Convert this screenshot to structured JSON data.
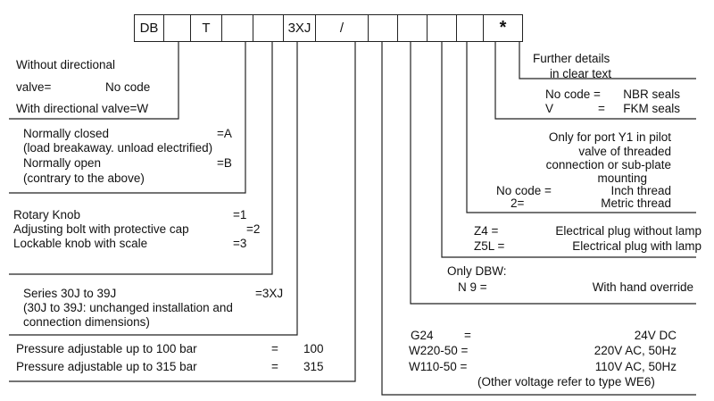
{
  "code_boxes": [
    "DB",
    "",
    "T",
    "",
    "",
    "3XJ",
    "/",
    "",
    "",
    "",
    "",
    "*"
  ],
  "sections": {
    "valve": {
      "l1": "Without directional",
      "l2a": "valve=",
      "l2b": "No code",
      "l3": "With directional valve=W"
    },
    "normal": {
      "l1a": "Normally closed",
      "l1b": "=A",
      "l2": "(load breakaway. unload electrified)",
      "l3a": "Normally open",
      "l3b": "=B",
      "l4": "(contrary to the above)"
    },
    "adjust": {
      "l1a": "Rotary Knob",
      "l1b": "=1",
      "l2a": "Adjusting bolt with protective cap",
      "l2b": "=2",
      "l3a": "Lockable knob with scale",
      "l3b": "=3"
    },
    "series": {
      "l1a": "Series 30J to 39J",
      "l1b": "=3XJ",
      "l2": "(30J to 39J: unchanged installation and",
      "l3": "connection dimensions)"
    },
    "pressure": {
      "l1a": "Pressure adjustable up to 100 bar",
      "l1b": "=",
      "l1c": "100",
      "l2a": "Pressure adjustable up to 315 bar",
      "l2b": "=",
      "l2c": "315"
    },
    "details": {
      "l1": "Further details",
      "l2": "in clear text"
    },
    "seals": {
      "l1a": "No code =",
      "l1b": "NBR  seals",
      "l2a": "V",
      "l2b": "=",
      "l2c": "FKM  seals"
    },
    "port": {
      "l1": "Only for port Y1 in pilot",
      "l2": "valve of  threaded",
      "l3": "connection or sub-plate",
      "l4": "mounting",
      "l5a": "No code =",
      "l5b": "Inch thread",
      "l6a": "2=",
      "l6b": "Metric thread"
    },
    "plug": {
      "l1a": "Z4  =",
      "l1b": "Electrical plug without lamp",
      "l2a": "Z5L =",
      "l2b": "Electrical plug with lamp"
    },
    "override": {
      "l1": "Only DBW:",
      "l2a": "N 9 =",
      "l2b": "With hand override"
    },
    "voltage": {
      "l1a": "G24",
      "l1b": "=",
      "l1c": "24V DC",
      "l2a": "W220-50 =",
      "l2c": "220V AC, 50Hz",
      "l3a": "W110-50 =",
      "l3c": "110V AC, 50Hz",
      "l4": "(Other voltage refer to type WE6)"
    }
  }
}
